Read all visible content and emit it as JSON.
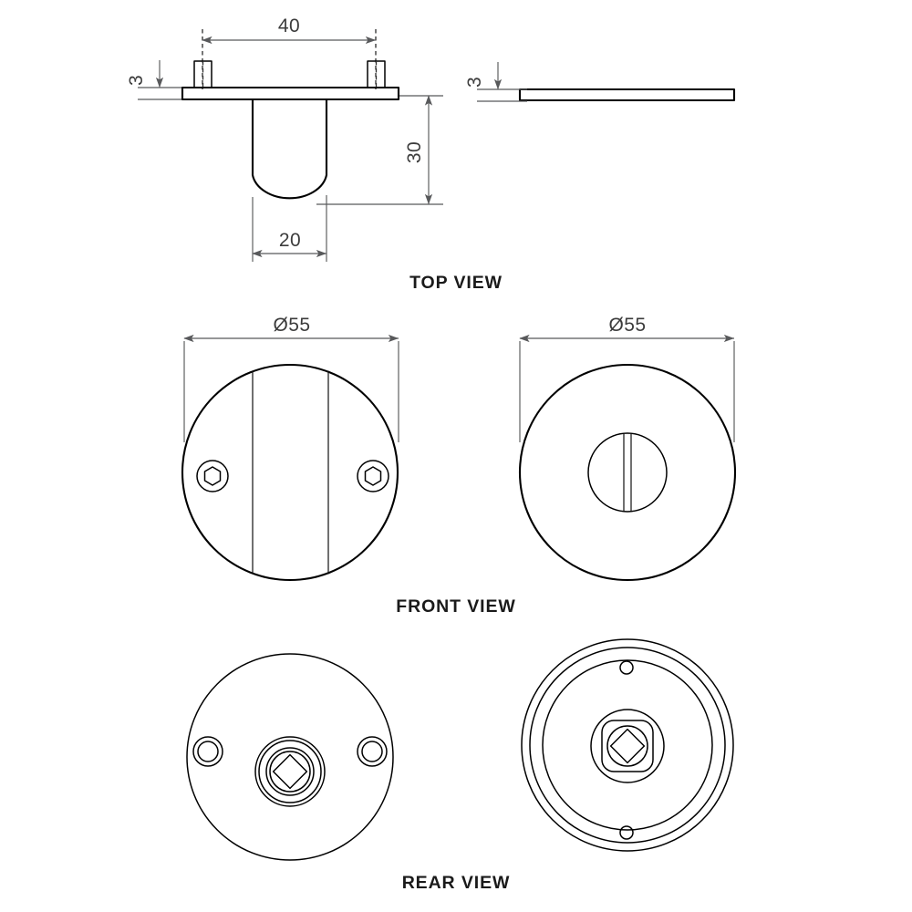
{
  "document": {
    "type": "engineering-drawing",
    "title": "Escutcheon / Turn Knob Technical Drawing",
    "background_color": "#ffffff",
    "line_color": "#000000",
    "dimension_color": "#58595b"
  },
  "views": [
    {
      "id": "top-view",
      "label": "TOP VIEW",
      "description": "Section through plate showing spindle boss and two fixing screw posts"
    },
    {
      "id": "front-view",
      "label": "FRONT VIEW",
      "description": "Round rose plate with central band and two hex screw heads; plain rose with slotted turn"
    },
    {
      "id": "rear-view",
      "label": "REAR VIEW",
      "description": "Reverse face showing square spindle hole and fixing bosses"
    }
  ],
  "dimensions": {
    "screw_centres": "40",
    "plate_thickness": "3",
    "plate_thickness_right": "3",
    "boss_depth": "30",
    "boss_width": "20",
    "diameter_left": "Ø55",
    "diameter_right": "Ø55"
  },
  "labels": {
    "top_view": "TOP VIEW",
    "front_view": "FRONT VIEW",
    "rear_view": "REAR VIEW"
  }
}
